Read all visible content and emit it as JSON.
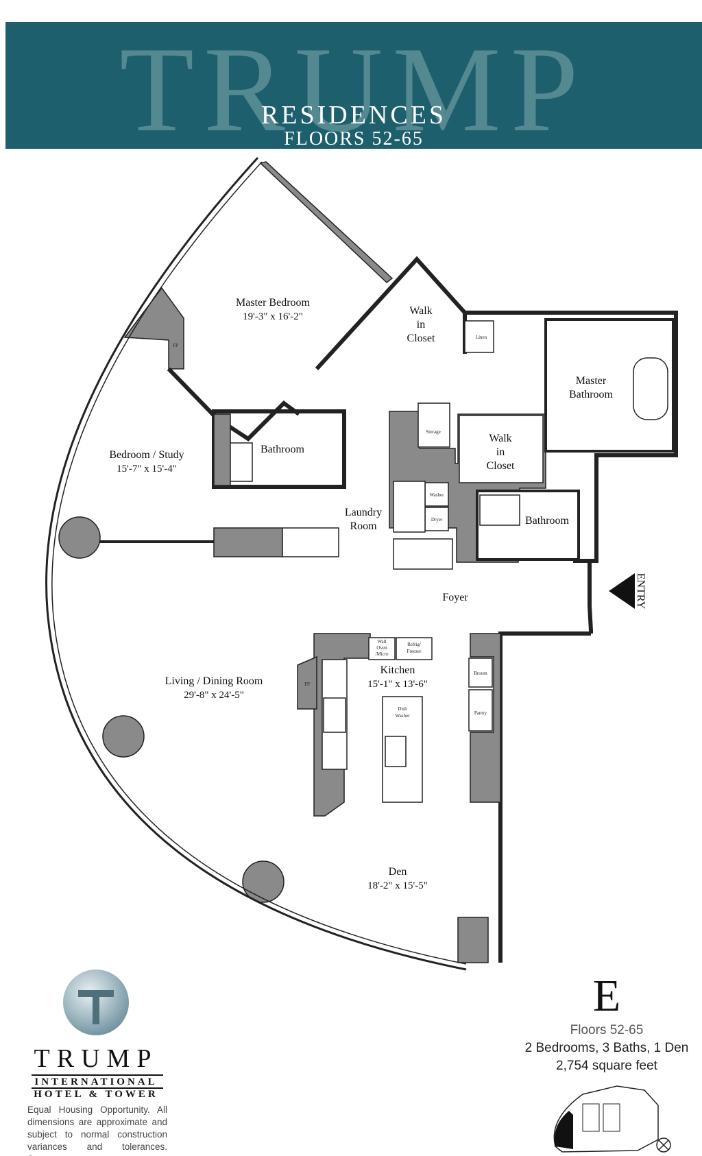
{
  "header": {
    "watermark": "TRUMP",
    "subtitle": "RESIDENCES",
    "floors": "FLOORS 52-65"
  },
  "rooms": {
    "master_bedroom": {
      "name": "Master Bedroom",
      "dims": "19'-3\" x 16'-2\""
    },
    "walk_in_closet_1": {
      "line1": "Walk",
      "line2": "in",
      "line3": "Closet"
    },
    "linen": "Linen",
    "master_bathroom": {
      "line1": "Master",
      "line2": "Bathroom"
    },
    "bedroom_study": {
      "name": "Bedroom / Study",
      "dims": "15'-7\" x 15'-4\""
    },
    "bathroom_1": "Bathroom",
    "storage": "Storage",
    "walk_in_closet_2": {
      "line1": "Walk",
      "line2": "in",
      "line3": "Closet"
    },
    "laundry": {
      "line1": "Laundry",
      "line2": "Room"
    },
    "washer": "Washer",
    "dryer": "Dryer",
    "bathroom_2": "Bathroom",
    "foyer": "Foyer",
    "entry": "ENTRY",
    "wall_oven": {
      "line1": "Wall",
      "line2": "Oven",
      "line3": "/Micro"
    },
    "refrig": {
      "line1": "Refrig/",
      "line2": "Freezer"
    },
    "kitchen": {
      "name": "Kitchen",
      "dims": "15'-1\" x 13'-6\""
    },
    "broom": "Broom",
    "pantry": "Pantry",
    "dish_washer": {
      "line1": "Dish",
      "line2": "Washer"
    },
    "fp": "FP",
    "living_dining": {
      "name": "Living / Dining Room",
      "dims": "29'-8\" x 24'-5\""
    },
    "den": {
      "name": "Den",
      "dims": "18'-2\" x 15'-5\""
    }
  },
  "logo": {
    "word": "TRUMP",
    "line1": "INTERNATIONAL",
    "line2": "HOTEL & TOWER"
  },
  "disclaimer": "Equal Housing Opportunity. All dimensions are approximate and subject to normal construction variances and tolerances. Sponsor",
  "unit": {
    "letter": "E",
    "floors": "Floors 52-65",
    "bedrooms": "2 Bedrooms, 3 Baths, 1 Den",
    "area": "2,754 square feet"
  },
  "colors": {
    "banner": "#1d5f6c",
    "wall": "#8a8a8a"
  }
}
